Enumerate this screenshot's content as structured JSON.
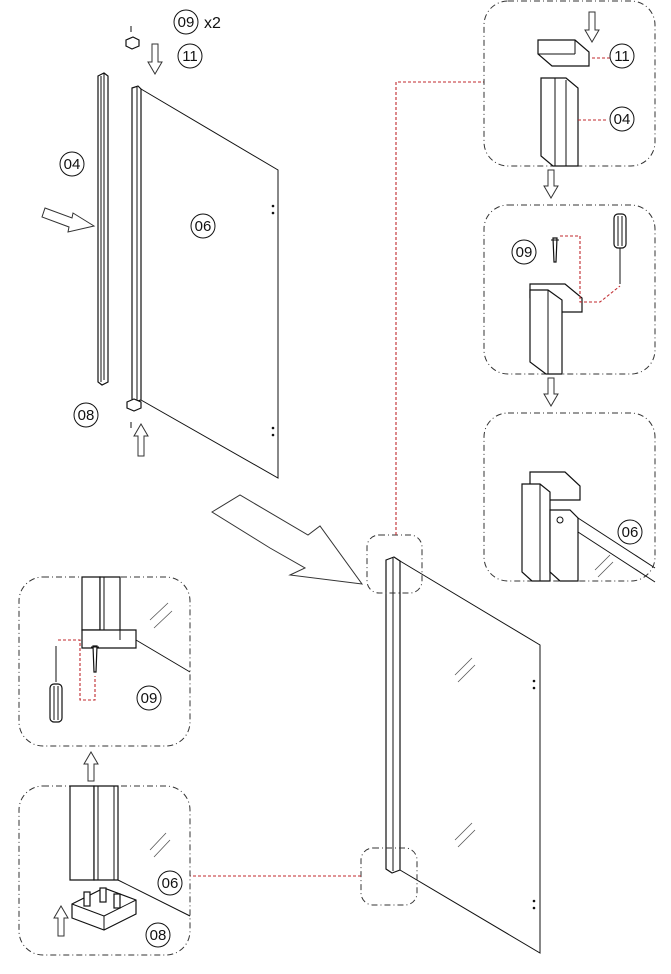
{
  "labels": {
    "main_frame_04": "04",
    "main_glass_06": "06",
    "main_bottom_08": "08",
    "main_top_09": "09",
    "main_top_qty": "x2",
    "main_top_11": "11",
    "detail_a_11": "11",
    "detail_a_04": "04",
    "detail_b_09": "09",
    "detail_c_06": "06",
    "detail_d_09": "09",
    "detail_e_06": "06",
    "detail_e_08": "08"
  },
  "colors": {
    "leader_line": "#c0282d",
    "line": "#111111"
  }
}
